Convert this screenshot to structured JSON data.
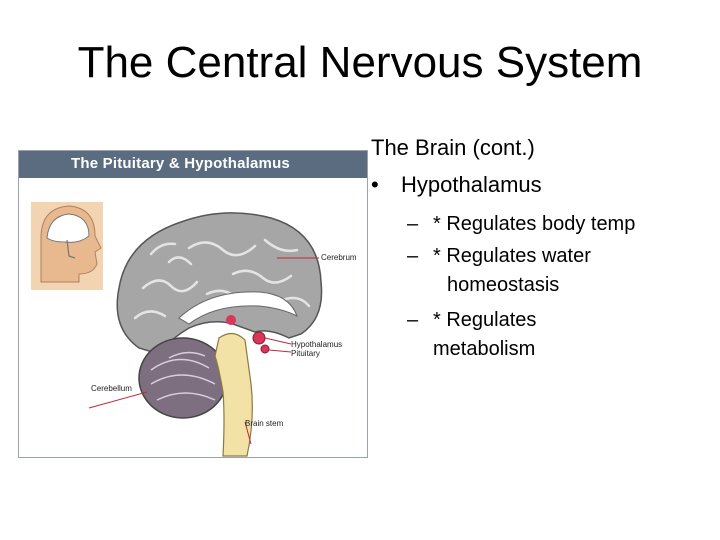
{
  "slide": {
    "title": "The Central Nervous System"
  },
  "figure": {
    "header": "The Pituitary & Hypothalamus",
    "labels": {
      "cerebrum": "Cerebrum",
      "hypothalamus": "Hypothalamus",
      "pituitary": "Pituitary",
      "cerebellum": "Cerebellum",
      "brain_stem": "Brain stem"
    }
  },
  "content": {
    "heading": "The Brain (cont.)",
    "bullet_mark": "•",
    "bullet": "Hypothalamus",
    "dash": "–",
    "items": [
      {
        "line1": "* Regulates body temp"
      },
      {
        "line1": "* Regulates water",
        "line2": "homeostasis"
      },
      {
        "line1": "* Regulates",
        "line2": "metabolism"
      }
    ]
  },
  "colors": {
    "header_bg": "#5b6b80",
    "brain": "#a6a6a6",
    "stem": "#f3e2a6",
    "cerebellum": "#7d6f80",
    "gland": "#d9365a",
    "label_line": "#c0283c"
  }
}
